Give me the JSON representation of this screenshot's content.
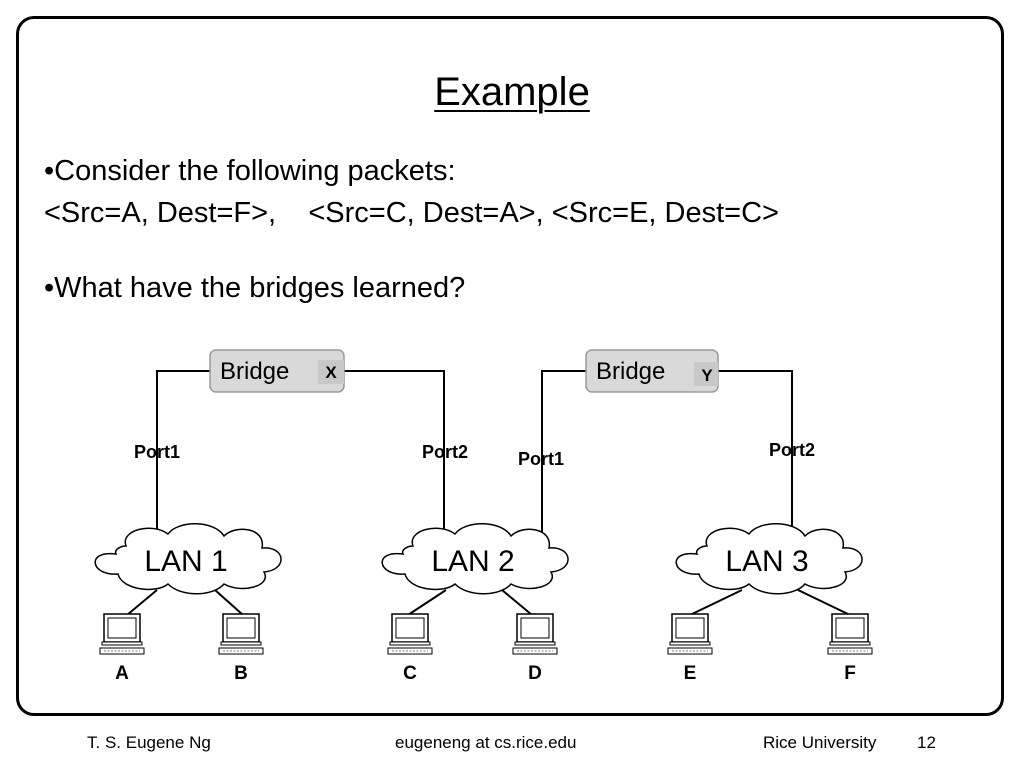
{
  "slide": {
    "title": "Example",
    "bullets": [
      "•Consider the following packets:",
      "<Src=A, Dest=F>,    <Src=C, Dest=A>, <Src=E, Dest=C>",
      "•What have the bridges learned?"
    ]
  },
  "diagram": {
    "bridges": [
      {
        "label": "Bridge",
        "id_label": "X",
        "port_left": "Port1",
        "port_right": "Port2"
      },
      {
        "label": "Bridge",
        "id_label": "Y",
        "port_left": "Port1",
        "port_right": "Port2"
      }
    ],
    "lans": [
      "LAN 1",
      "LAN 2",
      "LAN 3"
    ],
    "hosts": [
      "A",
      "B",
      "C",
      "D",
      "E",
      "F"
    ],
    "colors": {
      "bridge_fill": "#d9d9d9",
      "bridge_stroke": "#9a9a9a",
      "line": "#000000"
    }
  },
  "footer": {
    "author": "T. S. Eugene Ng",
    "email": "eugeneng at cs.rice.edu",
    "institution": "Rice University",
    "page": "12"
  }
}
